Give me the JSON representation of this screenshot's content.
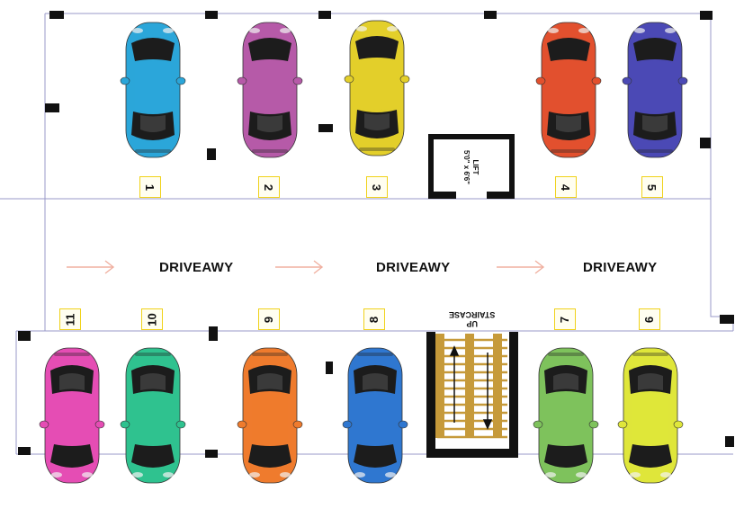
{
  "cars": [
    {
      "color": "#2ba6d9",
      "slot": "1"
    },
    {
      "color": "#b65aa8",
      "slot": "2"
    },
    {
      "color": "#e3cf2a",
      "slot": "3"
    },
    {
      "color": "#e2502e",
      "slot": "4"
    },
    {
      "color": "#4b49b5",
      "slot": "5"
    },
    {
      "color": "#dfe63a",
      "slot": "6"
    },
    {
      "color": "#7ec25c",
      "slot": "7"
    },
    {
      "color": "#2f77d0",
      "slot": "8"
    },
    {
      "color": "#ef7b2d",
      "slot": "9"
    },
    {
      "color": "#2fc28f",
      "slot": "10"
    },
    {
      "color": "#e54db4",
      "slot": "11"
    }
  ],
  "slot_labels": {
    "s1": "1",
    "s2": "2",
    "s3": "3",
    "s4": "4",
    "s5": "5",
    "s6": "6",
    "s7": "7",
    "s8": "8",
    "s9": "9",
    "s10": "10",
    "s11": "11"
  },
  "driveway": {
    "label1": "DRIVEAWY",
    "label2": "DRIVEAWY",
    "label3": "DRIVEAWY",
    "arrow_color": "#f0b0a0"
  },
  "lift": {
    "title": "LIFT",
    "size": "5'0\" x 6'6\""
  },
  "staircase": {
    "up": "UP",
    "label": "STAIRCASE",
    "step_color": "#c69a3a"
  },
  "colors": {
    "wall": "#111111",
    "outline": "#9a9ac8"
  }
}
